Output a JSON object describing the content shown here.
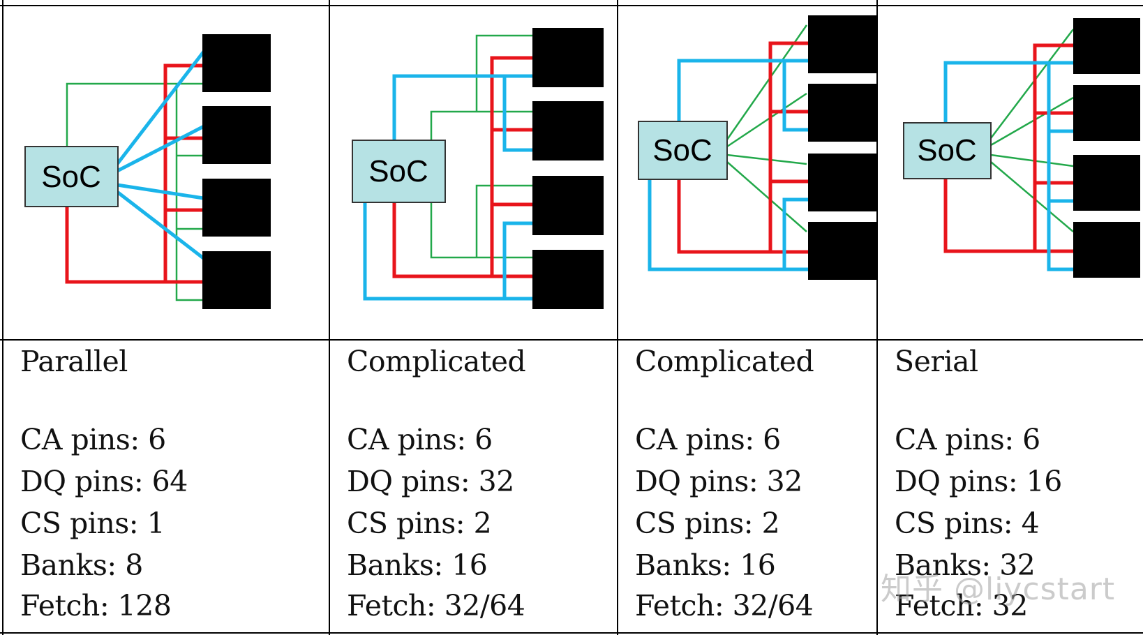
{
  "soc_label": "SoC",
  "columns": [
    {
      "title": "Parallel",
      "ca": "CA pins: 6",
      "dq": "DQ pins: 64",
      "cs": "CS pins: 1",
      "banks": "Banks: 8",
      "fetch": "Fetch: 128"
    },
    {
      "title": "Complicated",
      "ca": "CA pins: 6",
      "dq": "DQ pins: 32",
      "cs": "CS pins: 2",
      "banks": "Banks: 16",
      "fetch": "Fetch: 32/64"
    },
    {
      "title": "Complicated",
      "ca": "CA pins: 6",
      "dq": "DQ pins: 32",
      "cs": "CS pins: 2",
      "banks": "Banks: 16",
      "fetch": "Fetch: 32/64"
    },
    {
      "title": "Serial",
      "ca": "CA pins: 6",
      "dq": "DQ pins: 16",
      "cs": "CS pins: 4",
      "banks": "Banks: 32",
      "fetch": "Fetch: 32"
    }
  ],
  "watermark": "知乎 @liycstart",
  "colors": {
    "ca": "#e8141b",
    "dq": "#1ab4ea",
    "cs": "#22a84a",
    "soc_fill": "#b6e2e4",
    "chip": "#000000"
  }
}
